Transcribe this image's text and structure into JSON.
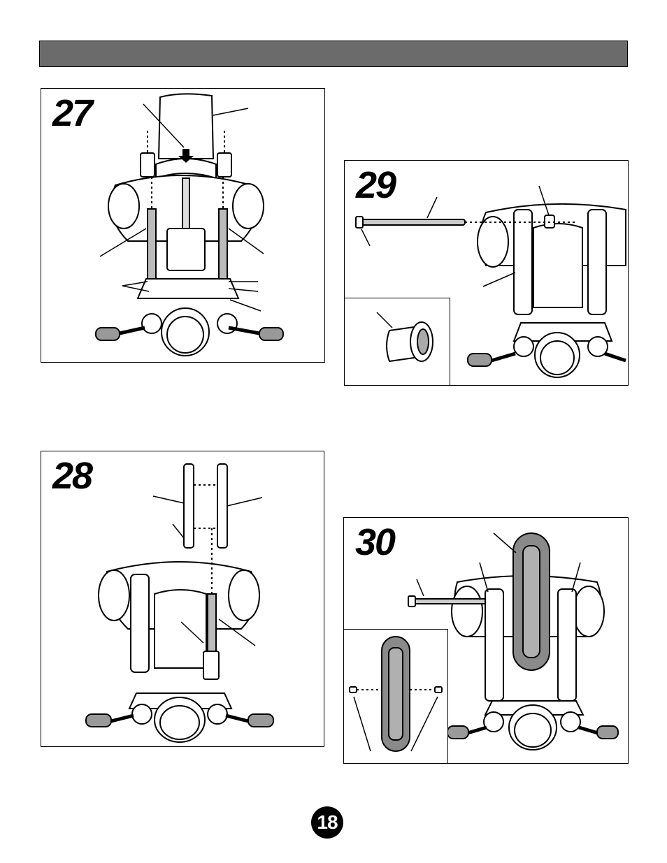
{
  "header": {
    "bar_color": "#6b6b6b"
  },
  "steps": [
    {
      "number": "27"
    },
    {
      "number": "28"
    },
    {
      "number": "29"
    },
    {
      "number": "30"
    }
  ],
  "page": {
    "number": "18"
  }
}
